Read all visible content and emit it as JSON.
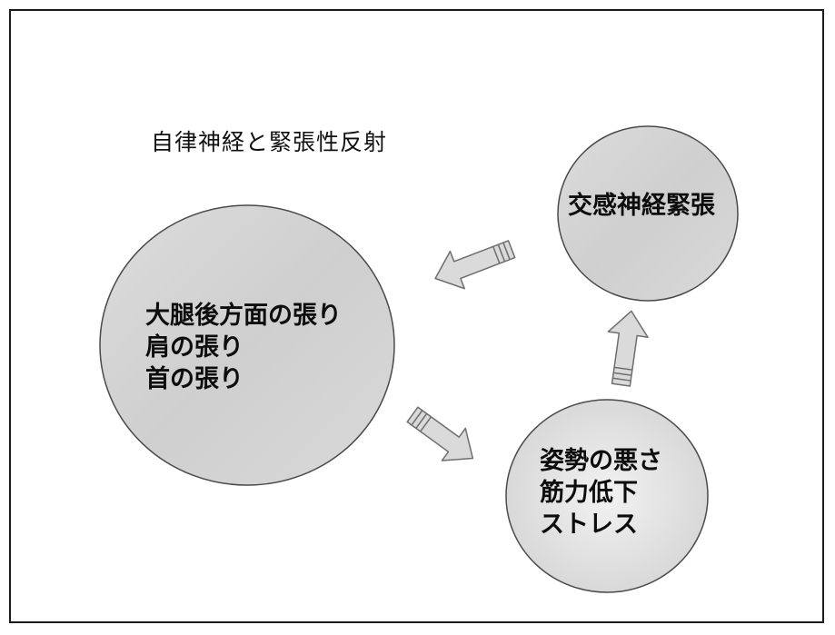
{
  "title": "自律神経と緊張性反射",
  "nodes": {
    "muscle_tension": {
      "lines": [
        "大腿後方面の張り",
        "肩の張り",
        "首の張り"
      ]
    },
    "sympathetic": {
      "lines": [
        "交感神経緊張"
      ]
    },
    "causes": {
      "lines": [
        "姿勢の悪さ",
        "筋力低下",
        "ストレス"
      ]
    }
  },
  "colors": {
    "circle_fill": "#d4d4d4",
    "circle_stroke": "#4a4a4a",
    "arrow_fill": "#dadada",
    "arrow_stroke": "#6e6e6e",
    "frame": "#1c1c1c"
  }
}
